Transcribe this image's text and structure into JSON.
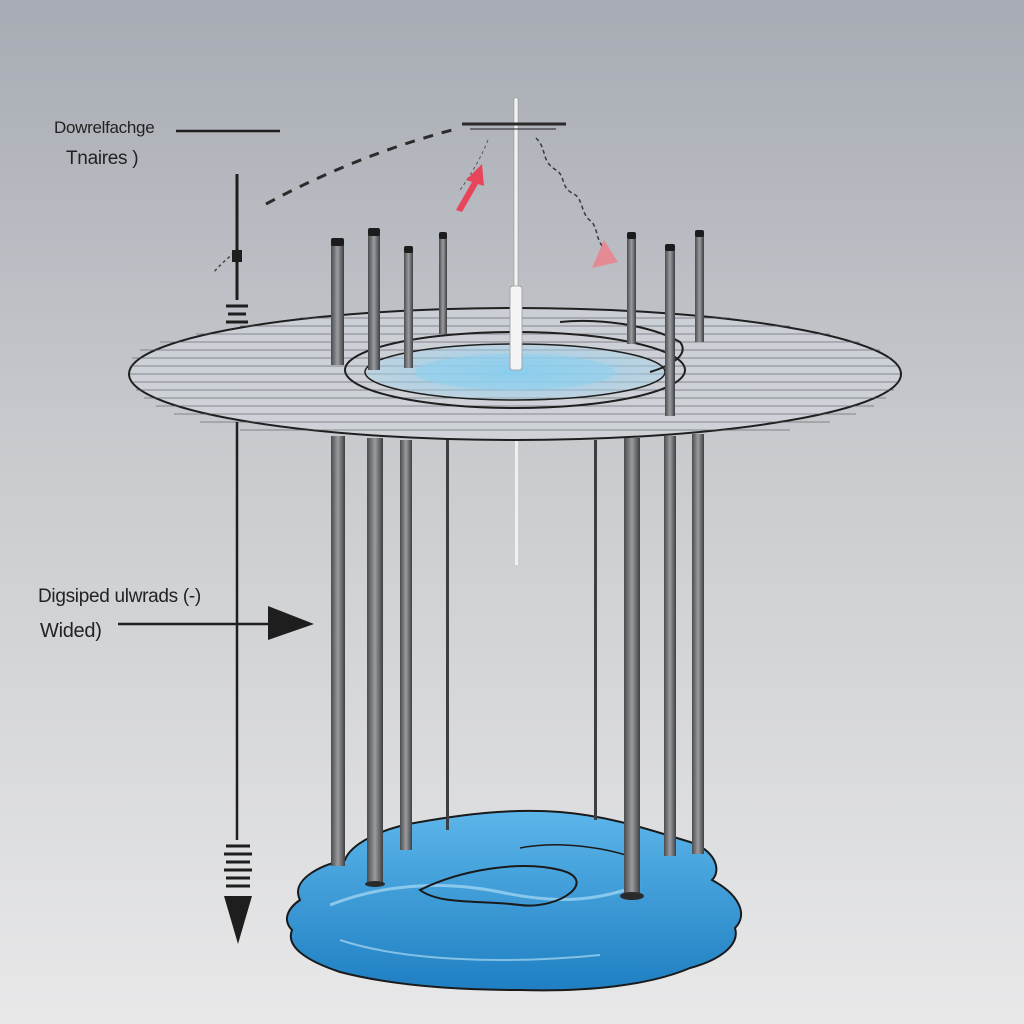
{
  "labels": {
    "top_line1": "Dowrelfachge",
    "top_line2": "Tnaires )",
    "mid_line1": "Digsiped ulwrads  (-)",
    "mid_line2": "Wided)"
  },
  "colors": {
    "background_top": "#a7abb3",
    "background_bottom": "#e8e8e9",
    "water": "#3a9bd8",
    "disc": "#d6dbe2",
    "rod": "#6f7175",
    "arrow_red": "#e8455a",
    "line": "#1e1e1e"
  },
  "icons": [
    "down-arrow-icon",
    "right-arrow-icon",
    "red-arrow-icon"
  ]
}
